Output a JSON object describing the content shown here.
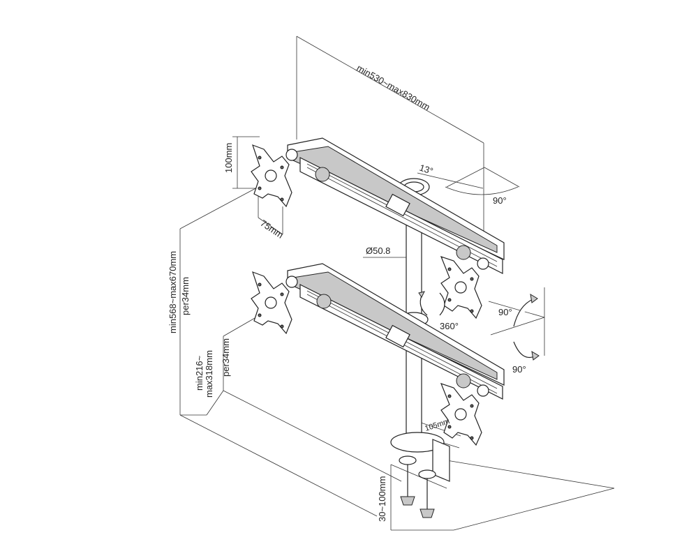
{
  "dimensions": {
    "arm_span": "min530~max830mm",
    "tilt_angle": "13°",
    "pan_angle": "90°",
    "vesa_height": "100mm",
    "vesa_width": "75mm",
    "pole_diameter": "Ø50.8",
    "rotation": "360°",
    "tilt_up": "90°",
    "tilt_down": "90°",
    "upper_height_main": "min568~max670mm",
    "upper_height_step": "per34mm",
    "lower_height_line1": "min216~",
    "lower_height_line2": "max318mm",
    "lower_height_step": "per34mm",
    "base_depth": "105mm",
    "clamp_range": "30~100mm"
  },
  "colors": {
    "line": "#222222",
    "shade": "#c8c8c8",
    "background": "#ffffff"
  }
}
